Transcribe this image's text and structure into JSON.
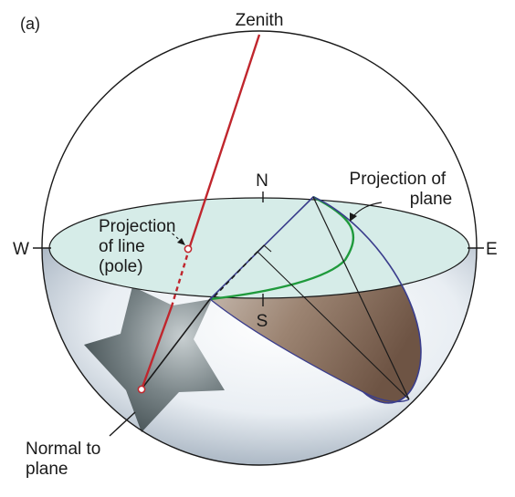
{
  "panel_label": "(a)",
  "labels": {
    "zenith": "Zenith",
    "north": "N",
    "south": "S",
    "west": "W",
    "east": "E",
    "projection_of_plane": [
      "Projection of",
      "plane"
    ],
    "projection_of_line": [
      "Projection",
      "of line",
      "(pole)"
    ],
    "normal_to_plane": [
      "Normal to",
      "plane"
    ]
  },
  "colors": {
    "outline": "#1a1a1a",
    "horizontal_plane": "#d6ece8",
    "line_red": "#c0262d",
    "plane_trace_blue": "#3a3d8c",
    "projection_green": "#1f9a3c",
    "plane_shade": "#8b7563",
    "star_shade": "#5b676a",
    "hemisphere_shade": "#a9b6c2"
  }
}
